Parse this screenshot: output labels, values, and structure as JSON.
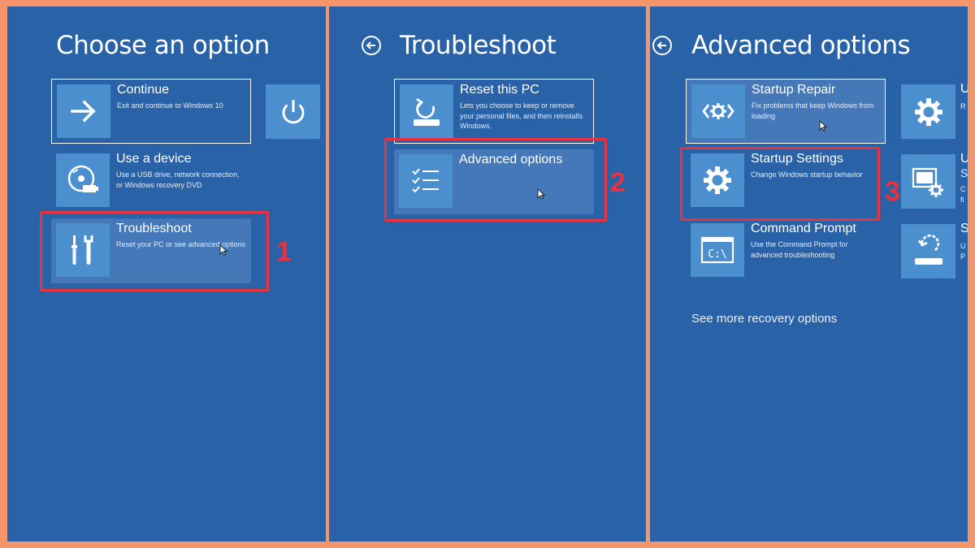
{
  "panel1": {
    "title": "Choose an option",
    "tiles": [
      {
        "title": "Continue",
        "desc": "Exit and continue to Windows 10",
        "icon": "arrow-right-icon"
      },
      {
        "title": "Use a device",
        "desc": "Use a USB drive, network connection, or Windows recovery DVD",
        "icon": "disc-drive-icon"
      },
      {
        "title": "Troubleshoot",
        "desc": "Reset your PC or see advanced options",
        "icon": "tools-icon"
      }
    ],
    "power_icon": "power-icon",
    "step": "1"
  },
  "panel2": {
    "title": "Troubleshoot",
    "tiles": [
      {
        "title": "Reset this PC",
        "desc": "Lets you choose to keep or remove your personal files, and then reinstalls Windows.",
        "icon": "reset-pc-icon"
      },
      {
        "title": "Advanced options",
        "desc": "",
        "icon": "checklist-icon"
      }
    ],
    "step": "2"
  },
  "panel3": {
    "title": "Advanced options",
    "tiles": [
      {
        "title": "Startup Repair",
        "desc": "Fix problems that keep Windows from loading",
        "icon": "code-gear-icon"
      },
      {
        "title": "Startup Settings",
        "desc": "Change Windows startup behavior",
        "icon": "gear-icon"
      },
      {
        "title": "Command Prompt",
        "desc": "Use the Command Prompt for advanced troubleshooting",
        "icon": "command-prompt-icon"
      }
    ],
    "command_prompt_glyph": "C:\\",
    "right_column": [
      {
        "title": "U",
        "desc": [
          "R"
        ],
        "icon": "gear-icon"
      },
      {
        "title": "U",
        "desc": [
          "S",
          "C",
          "fi"
        ],
        "icon": "firmware-settings-icon"
      },
      {
        "title": "S",
        "desc": [
          "U",
          "P"
        ],
        "icon": "system-restore-icon"
      }
    ],
    "more_link": "See more recovery options",
    "step": "3"
  },
  "colors": {
    "background": "#2a62a8",
    "tile_icon": "#4c8fce",
    "highlight": "#4478b9",
    "annotation": "#e8323f",
    "frame": "#f4956a"
  }
}
